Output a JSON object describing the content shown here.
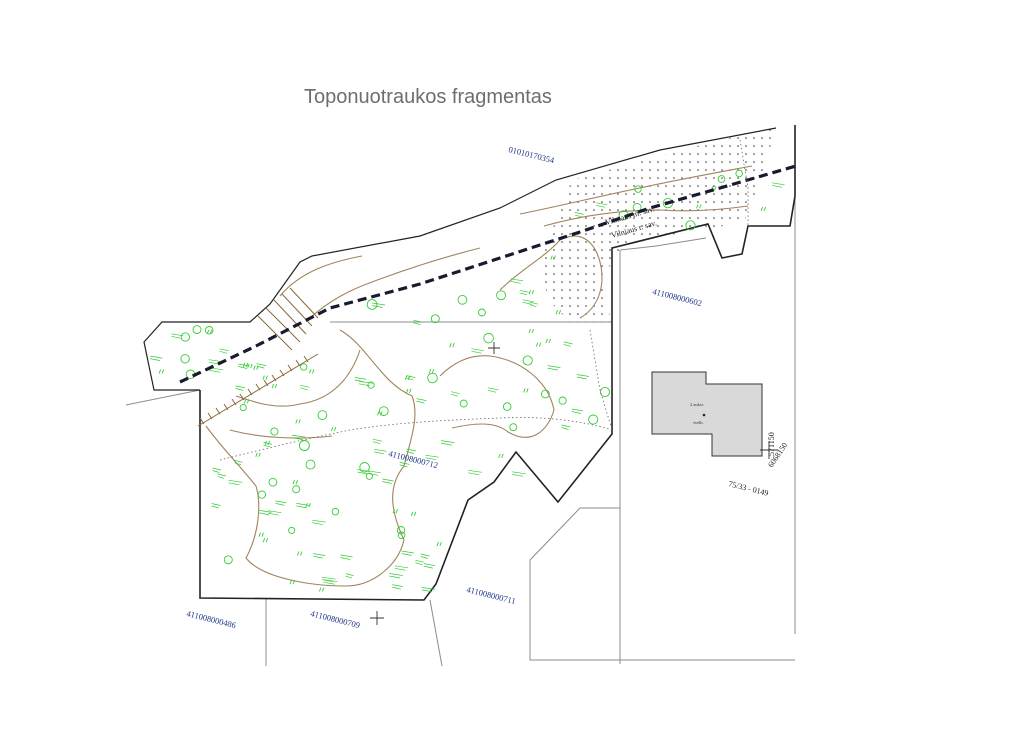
{
  "title": "Toponuotraukos fragmentas",
  "colors": {
    "title": "#6e6e6e",
    "parcel_label": "#1f3a8a",
    "survey_marks": "#33cc33",
    "contour": "#a0845c",
    "boundary": "#222222",
    "building_fill": "#d9d9d9"
  },
  "parcels": {
    "p354": "01010170354",
    "p602": "411008000602",
    "p712": "411008000712",
    "p711": "411008000711",
    "p709": "411008000709",
    "p486": "411008000486"
  },
  "roads": {
    "upper": "Vilniaus m. sav.",
    "lower": "Vilniaus r. sav."
  },
  "building": {
    "line1": "2 aukst.",
    "line2": "viešb."
  },
  "coordinates": {
    "vertical": "571150",
    "horizontal": "6068150",
    "grid_ref": "75/33 - 0149"
  }
}
